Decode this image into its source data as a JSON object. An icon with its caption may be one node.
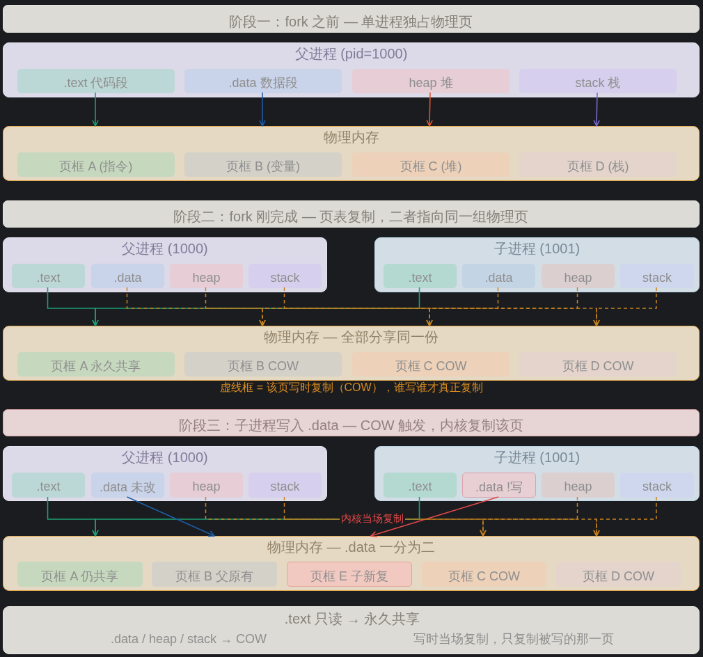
{
  "diagram": {
    "nodes": [
      {
        "text": [
          "阶段一：fork 之前 — 单进程独占物理页"
        ]
      },
      {
        "text": [
          "父进程 (pid=1000)"
        ]
      },
      {
        "text": [
          ".text 代码段"
        ],
        "in": 1
      },
      {
        "text": [
          ".data 数据段"
        ],
        "in": 1
      },
      {
        "text": [
          "heap 堆"
        ],
        "in": 1
      },
      {
        "text": [
          "stack 栈"
        ],
        "in": 1
      },
      {
        "text": [
          "物理内存"
        ]
      },
      {
        "text": [
          "页框 A (指令)"
        ],
        "in": 6
      },
      {
        "text": [
          "页框 B (变量)"
        ],
        "in": 6
      },
      {
        "text": [
          "页框 C (堆)"
        ],
        "in": 6
      },
      {
        "text": [
          "页框 D (栈)"
        ],
        "in": 6
      },
      {
        "text": [
          "阶段二：fork 刚完成 — 页表复制，二者指向同一组物理页"
        ]
      },
      {
        "text": [
          "父进程 (1000)"
        ]
      },
      {
        "text": [
          ".text"
        ],
        "in": 12
      },
      {
        "text": [
          ".data"
        ],
        "in": 12
      },
      {
        "text": [
          "heap"
        ],
        "in": 12
      },
      {
        "text": [
          "stack"
        ],
        "in": 12
      },
      {
        "text": [
          "子进程 (1001)"
        ]
      },
      {
        "text": [
          ".text"
        ],
        "in": 17
      },
      {
        "text": [
          ".data"
        ],
        "in": 17
      },
      {
        "text": [
          "heap"
        ],
        "in": 17
      },
      {
        "text": [
          "stack"
        ],
        "in": 17
      },
      {
        "text": [
          "物理内存 — 全部分享同一份"
        ]
      },
      {
        "text": [
          "页框 A 永久共享"
        ],
        "in": 22
      },
      {
        "text": [
          "页框 B COW"
        ],
        "in": 22
      },
      {
        "text": [
          "页框 C COW"
        ],
        "in": 22
      },
      {
        "text": [
          "页框 D COW"
        ],
        "in": 22
      },
      {
        "text": [
          "阶段三：子进程写入 .data — COW 触发，内核复制该页"
        ]
      },
      {
        "text": [
          "父进程 (1000)"
        ]
      },
      {
        "text": [
          ".text"
        ],
        "in": 28
      },
      {
        "text": [
          ".data 未改"
        ],
        "in": 28
      },
      {
        "text": [
          "heap"
        ],
        "in": 28
      },
      {
        "text": [
          "stack"
        ],
        "in": 28
      },
      {
        "text": [
          "子进程 (1001)"
        ]
      },
      {
        "text": [
          ".text"
        ],
        "in": 33
      },
      {
        "text": [
          ".data !写"
        ],
        "in": 33
      },
      {
        "text": [
          "heap"
        ],
        "in": 33
      },
      {
        "text": [
          "stack"
        ],
        "in": 33
      },
      {
        "text": [
          "物理内存 — .data 一分为二"
        ]
      },
      {
        "text": [
          "页框 A 仍共享"
        ],
        "in": 38
      },
      {
        "text": [
          "页框 B 父原有"
        ],
        "in": 38
      },
      {
        "text": [
          "页框 E 子新复"
        ],
        "in": 38
      },
      {
        "text": [
          "页框 C COW"
        ],
        "in": 38
      },
      {
        "text": [
          "页框 D COW"
        ],
        "in": 38
      },
      {
        "text": [
          ".text 只读 → 永久共享",
          ".data / heap / stack → COW",
          "写时当场复制，只复制被写的那一页"
        ]
      }
    ],
    "edges": [
      {
        "from": 2,
        "to": 6,
        "arrow": "to",
        "color": "#1e9e72"
      },
      {
        "from": 3,
        "to": 6,
        "arrow": "to",
        "color": "#1d5fa6"
      },
      {
        "from": 4,
        "to": 6,
        "arrow": "to",
        "color": "#e0552e"
      },
      {
        "from": 5,
        "to": 6,
        "arrow": "to",
        "color": "#7a68c8"
      },
      {
        "from": 13,
        "to": 22,
        "arrow": "to",
        "color": "#1e9e72"
      },
      {
        "from": 18,
        "to": 22,
        "arrow": "to",
        "color": "#1e9e72"
      },
      {
        "from": 14,
        "to": 22,
        "arrow": "to",
        "style": "dashed"
      },
      {
        "from": 19,
        "to": 22,
        "arrow": "to",
        "style": "dashed"
      },
      {
        "from": 15,
        "to": 22,
        "arrow": "to",
        "style": "dashed"
      },
      {
        "from": 20,
        "to": 22,
        "arrow": "to",
        "style": "dashed"
      },
      {
        "from": 16,
        "to": 22,
        "arrow": "to",
        "style": "dashed"
      },
      {
        "from": 21,
        "to": 22,
        "arrow": "to",
        "style": "dashed"
      },
      {
        "from": 29,
        "to": 38,
        "arrow": "to",
        "color": "#1e9e72"
      },
      {
        "from": 34,
        "to": 38,
        "arrow": "to",
        "color": "#1e9e72"
      },
      {
        "from": 30,
        "to": 38,
        "arrow": "to",
        "color": "#1d5fa6"
      },
      {
        "from": 35,
        "to": 38,
        "arrow": "to",
        "color": "#e04848",
        "label": "内核当场复制"
      },
      {
        "from": 31,
        "to": 38,
        "arrow": "to",
        "style": "dashed"
      },
      {
        "from": 36,
        "to": 38,
        "arrow": "to",
        "style": "dashed"
      },
      {
        "from": 32,
        "to": 38,
        "arrow": "to",
        "style": "dashed"
      },
      {
        "from": 37,
        "to": 38,
        "arrow": "to",
        "style": "dashed"
      }
    ],
    "labels": [
      "虚线框 = 该页写时复制（COW），谁写谁才真正复制"
    ]
  }
}
